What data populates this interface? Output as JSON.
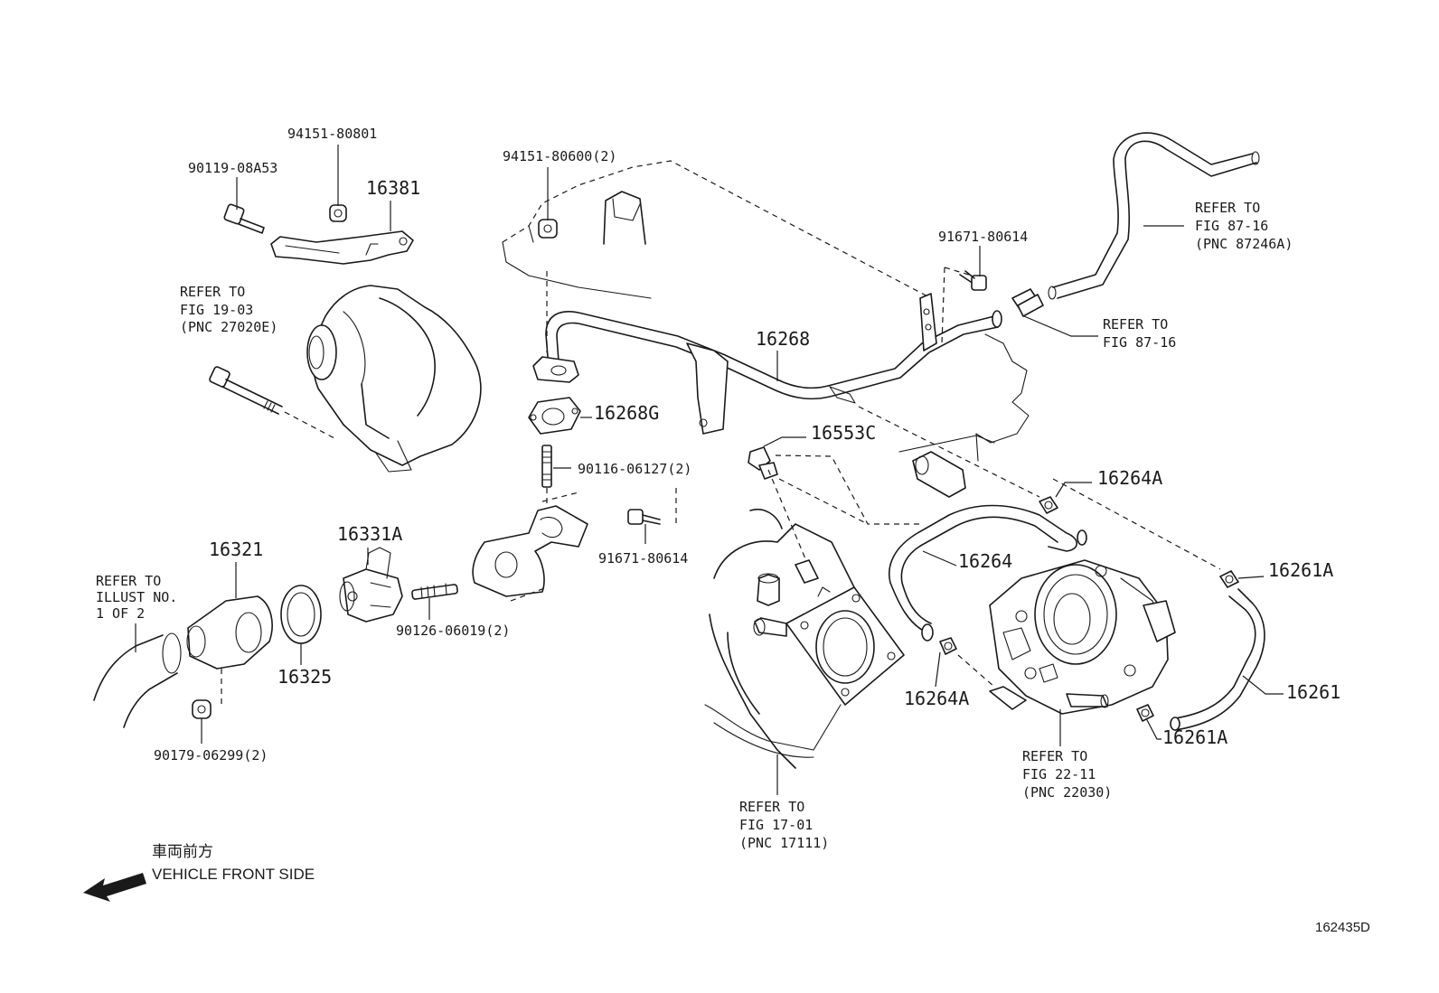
{
  "diagram_id": "162435D",
  "direction": {
    "japanese": "車両前方",
    "english": "VEHICLE FRONT SIDE",
    "arrow_icon": "left-arrow-icon"
  },
  "part_labels": {
    "p94151_80801": "94151-80801",
    "p90119_08A53": "90119-08A53",
    "p16381": "16381",
    "p94151_80600": "94151-80600(2)",
    "p91671_80614_top": "91671-80614",
    "p16268": "16268",
    "p16268G": "16268G",
    "p90116_06127": "90116-06127(2)",
    "p16553C": "16553C",
    "p16264A_top": "16264A",
    "p91671_80614_mid": "91671-80614",
    "p16264": "16264",
    "p16261A_top": "16261A",
    "p16321": "16321",
    "p16331A": "16331A",
    "p90126_06019": "90126-06019(2)",
    "p16325": "16325",
    "p90179_06299": "90179-06299(2)",
    "p16264A_bottom": "16264A",
    "p16261A_bottom": "16261A",
    "p16261": "16261"
  },
  "references": {
    "fig_87_16_pnc": [
      "REFER TO",
      "FIG 87-16",
      "(PNC 87246A)"
    ],
    "fig_87_16": [
      "REFER TO",
      "FIG 87-16"
    ],
    "fig_19_03": [
      "REFER TO",
      "FIG 19-03",
      "(PNC 27020E)"
    ],
    "illust_1_of_2": [
      "REFER TO",
      "ILLUST NO.",
      "1 OF 2"
    ],
    "fig_22_11": [
      "REFER TO",
      "FIG 22-11",
      "(PNC 22030)"
    ],
    "fig_17_01": [
      "REFER TO",
      "FIG 17-01",
      "(PNC 17111)"
    ]
  }
}
